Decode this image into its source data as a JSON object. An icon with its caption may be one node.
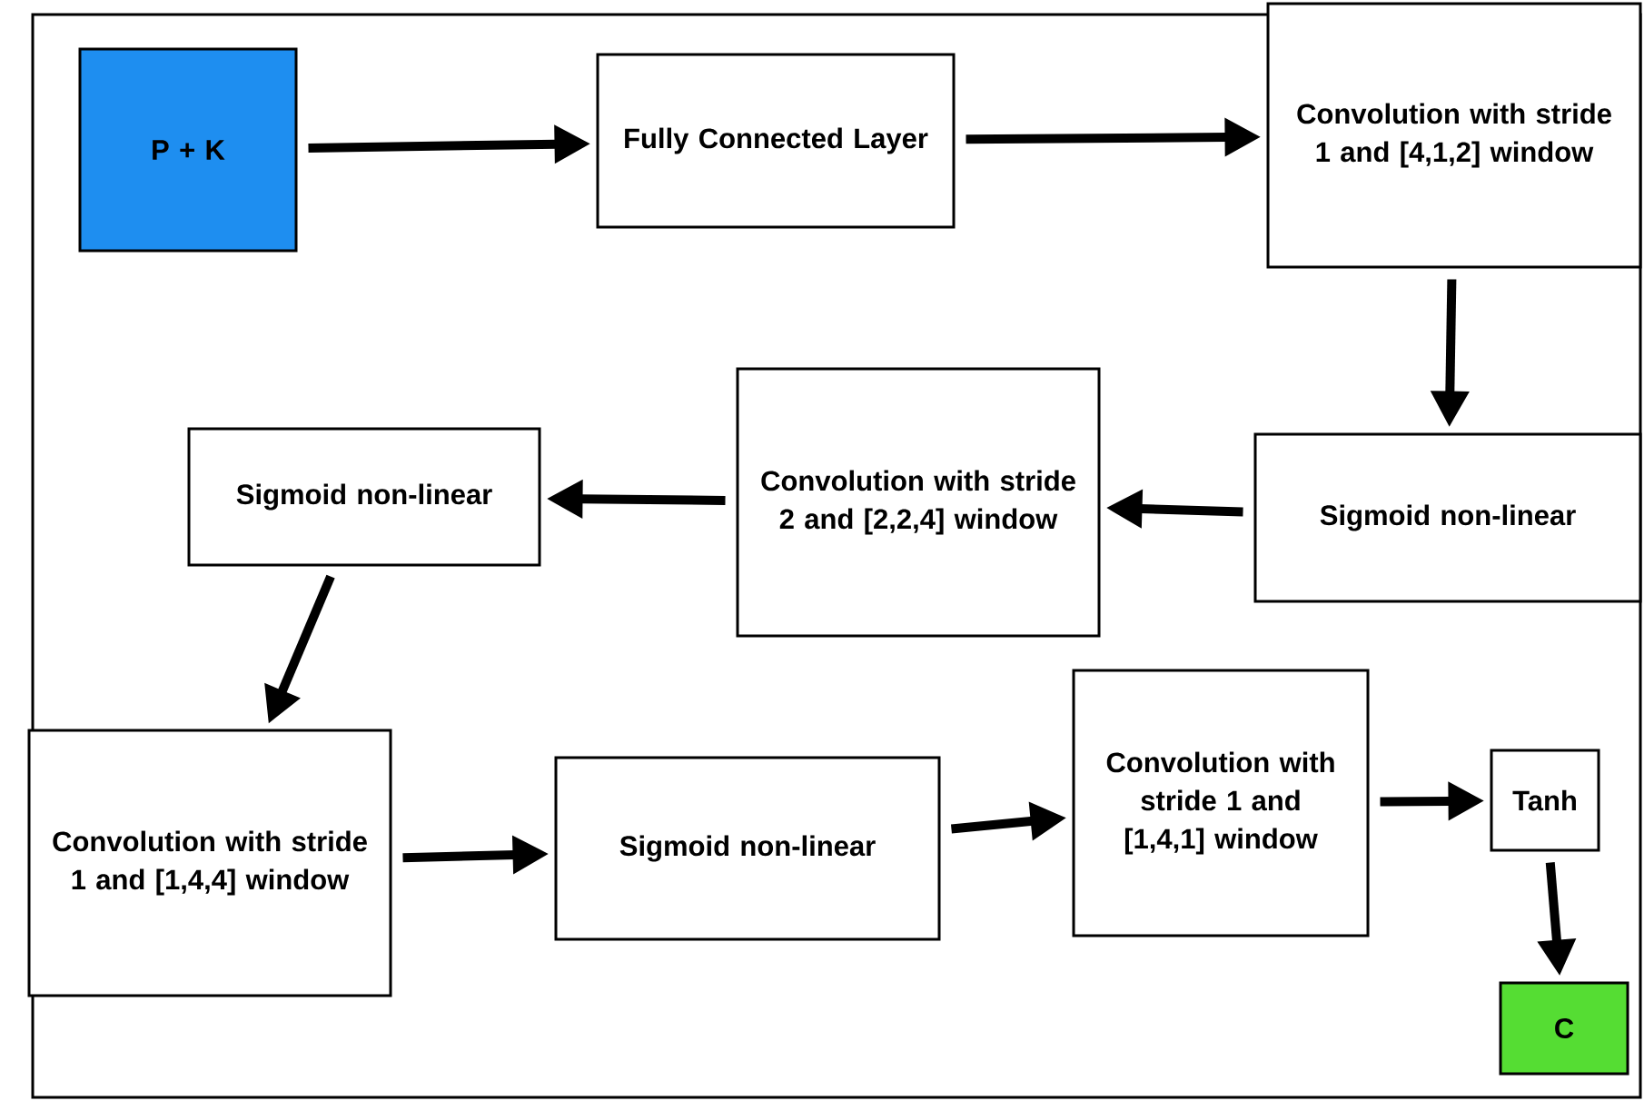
{
  "diagram": {
    "nodes": [
      {
        "text": [
          "P + K"
        ]
      },
      {
        "text": [
          "Fully Connected Layer"
        ]
      },
      {
        "text": [
          "Convolution with stride 1 and [4,1,2] window"
        ]
      },
      {
        "text": [
          "Sigmoid non-linear"
        ]
      },
      {
        "text": [
          "Convolution with stride 2 and [2,2,4] window"
        ]
      },
      {
        "text": [
          "Sigmoid non-linear"
        ]
      },
      {
        "text": [
          "Convolution with stride 1 and [1,4,4] window"
        ]
      },
      {
        "text": [
          "Sigmoid non-linear"
        ]
      },
      {
        "text": [
          "Convolution with stride 1 and [1,4,1] window"
        ]
      },
      {
        "text": [
          "Tanh"
        ]
      },
      {
        "text": [
          "C"
        ]
      }
    ],
    "edges": [
      {
        "from": 0,
        "to": 1,
        "arrow": "to"
      },
      {
        "from": 1,
        "to": 2,
        "arrow": "to"
      },
      {
        "from": 2,
        "to": 3,
        "arrow": "to"
      },
      {
        "from": 3,
        "to": 4,
        "arrow": "to"
      },
      {
        "from": 4,
        "to": 5,
        "arrow": "to"
      },
      {
        "from": 5,
        "to": 6,
        "arrow": "to"
      },
      {
        "from": 6,
        "to": 7,
        "arrow": "to"
      },
      {
        "from": 7,
        "to": 8,
        "arrow": "to"
      },
      {
        "from": 8,
        "to": 9,
        "arrow": "to"
      },
      {
        "from": 9,
        "to": 10,
        "arrow": "to"
      }
    ]
  }
}
